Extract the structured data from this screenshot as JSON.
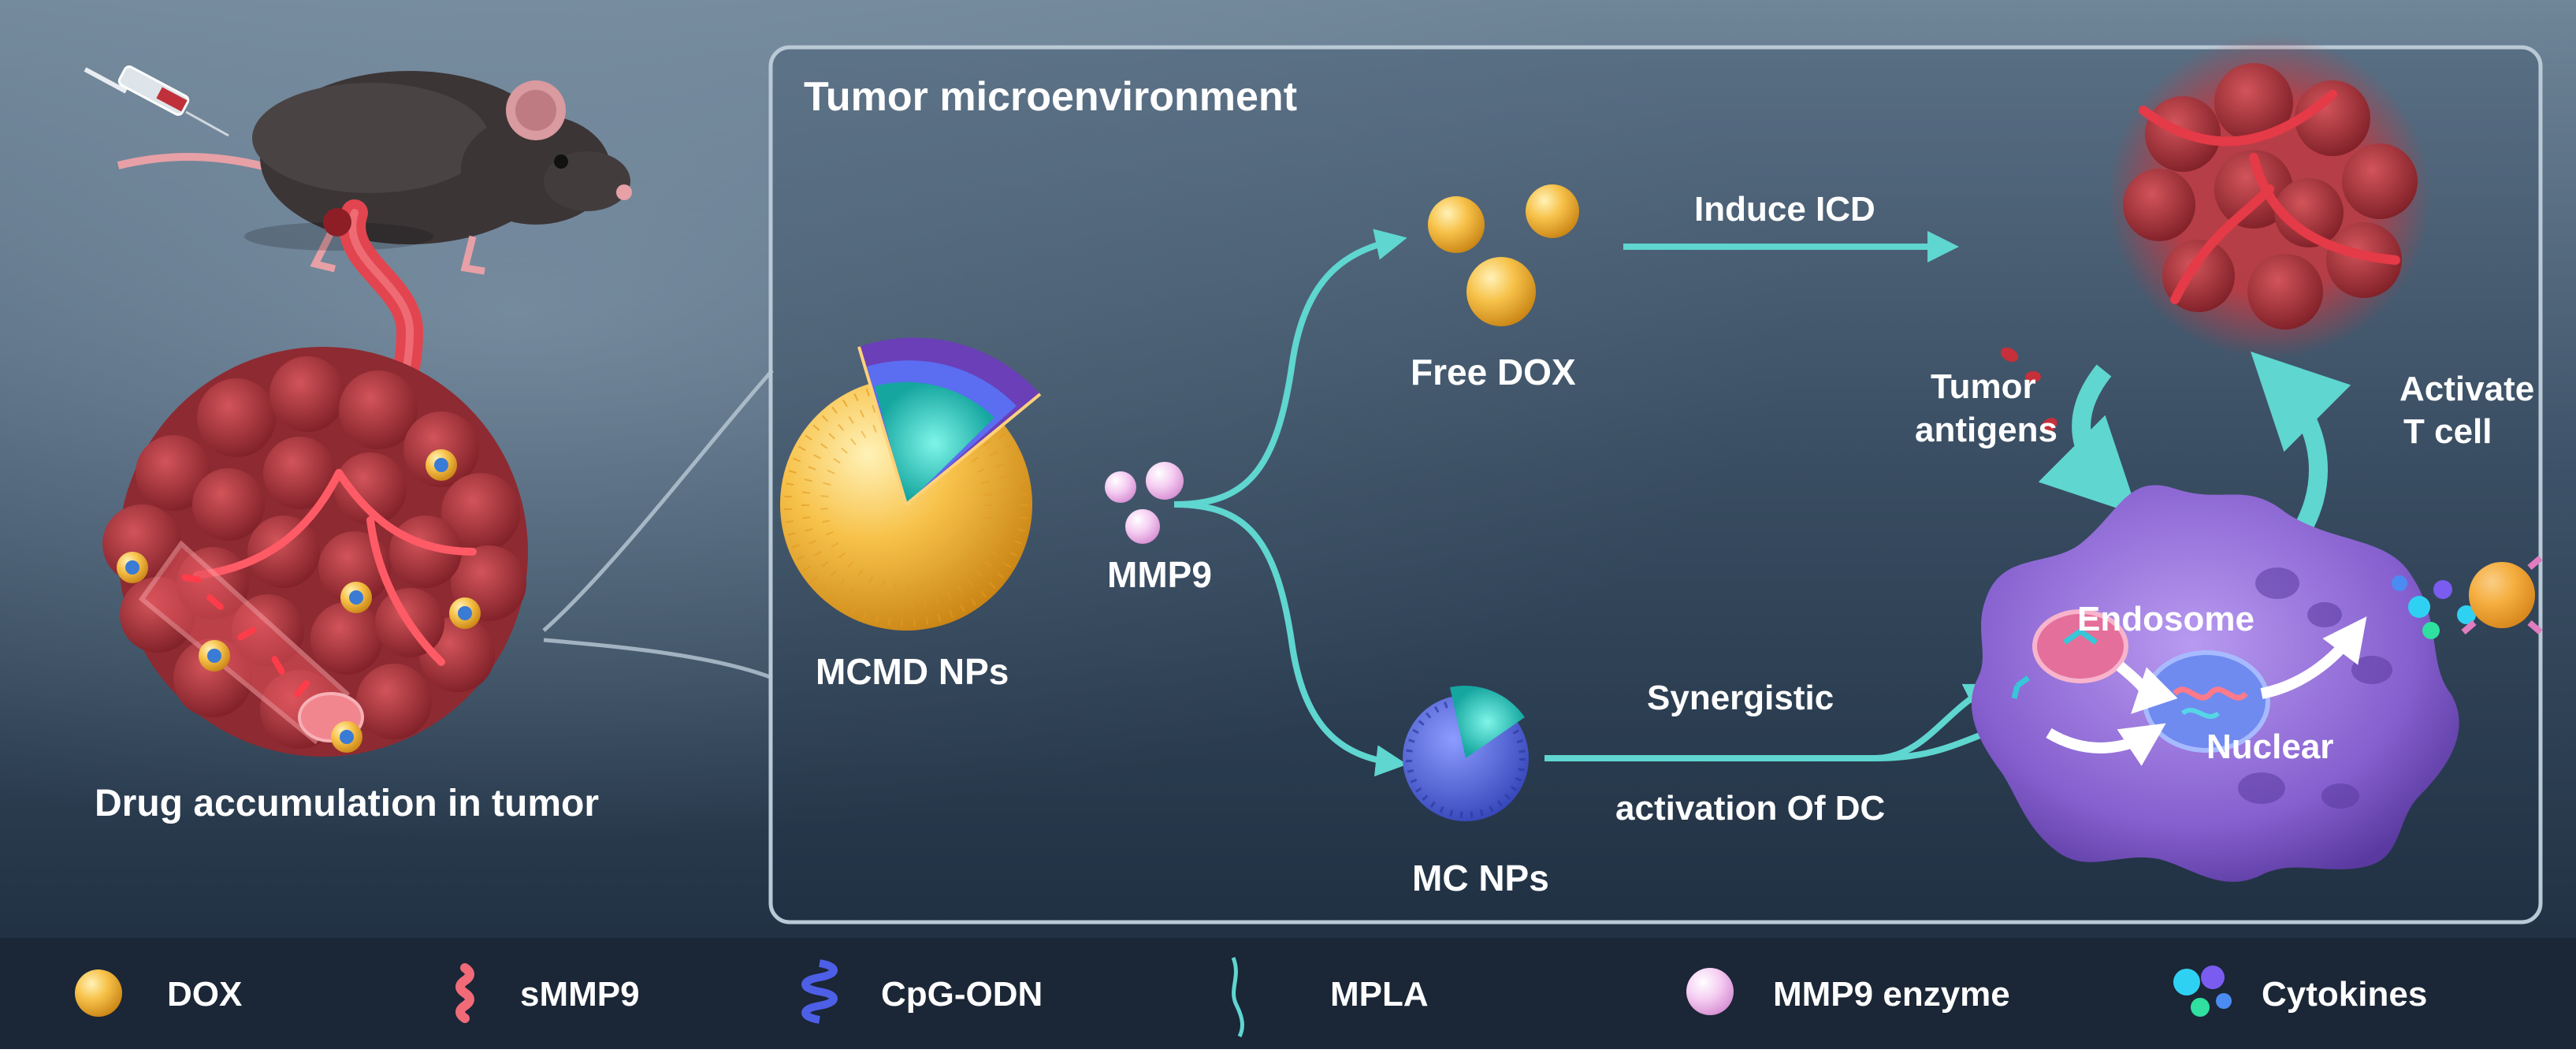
{
  "labels": {
    "tme_title": "Tumor microenvironment",
    "drug_accumulation": "Drug accumulation in tumor",
    "mcmd_nps": "MCMD NPs",
    "mmp9": "MMP9",
    "free_dox": "Free DOX",
    "induce_icd": "Induce ICD",
    "mc_nps": "MC NPs",
    "synergistic": "Synergistic",
    "activation_dc": "activation Of DC",
    "tumor_antigens_1": "Tumor",
    "tumor_antigens_2": "antigens",
    "activate_1": "Activate",
    "activate_2": "T cell",
    "endosome": "Endosome",
    "nuclear": "Nuclear"
  },
  "legend": [
    {
      "label": "DOX",
      "icon": "dox-sphere-icon"
    },
    {
      "label": "sMMP9",
      "icon": "smmp9-peptide-icon"
    },
    {
      "label": "CpG-ODN",
      "icon": "cpg-odn-coil-icon"
    },
    {
      "label": "MPLA",
      "icon": "mpla-strand-icon"
    },
    {
      "label": "MMP9 enzyme",
      "icon": "mmp9-enzyme-icon"
    },
    {
      "label": "Cytokines",
      "icon": "cytokines-icon"
    }
  ],
  "colors": {
    "background_dark": "#1c2b3d",
    "background_light": "#6f8598",
    "arrow": "#5fd6d0",
    "dox": "#f4b43a",
    "tumor": "#b3343c",
    "mmp9_enzyme": "#f2c8ee",
    "mc_shell": "#5f73e8",
    "dc_cell": "#9a72d8"
  }
}
